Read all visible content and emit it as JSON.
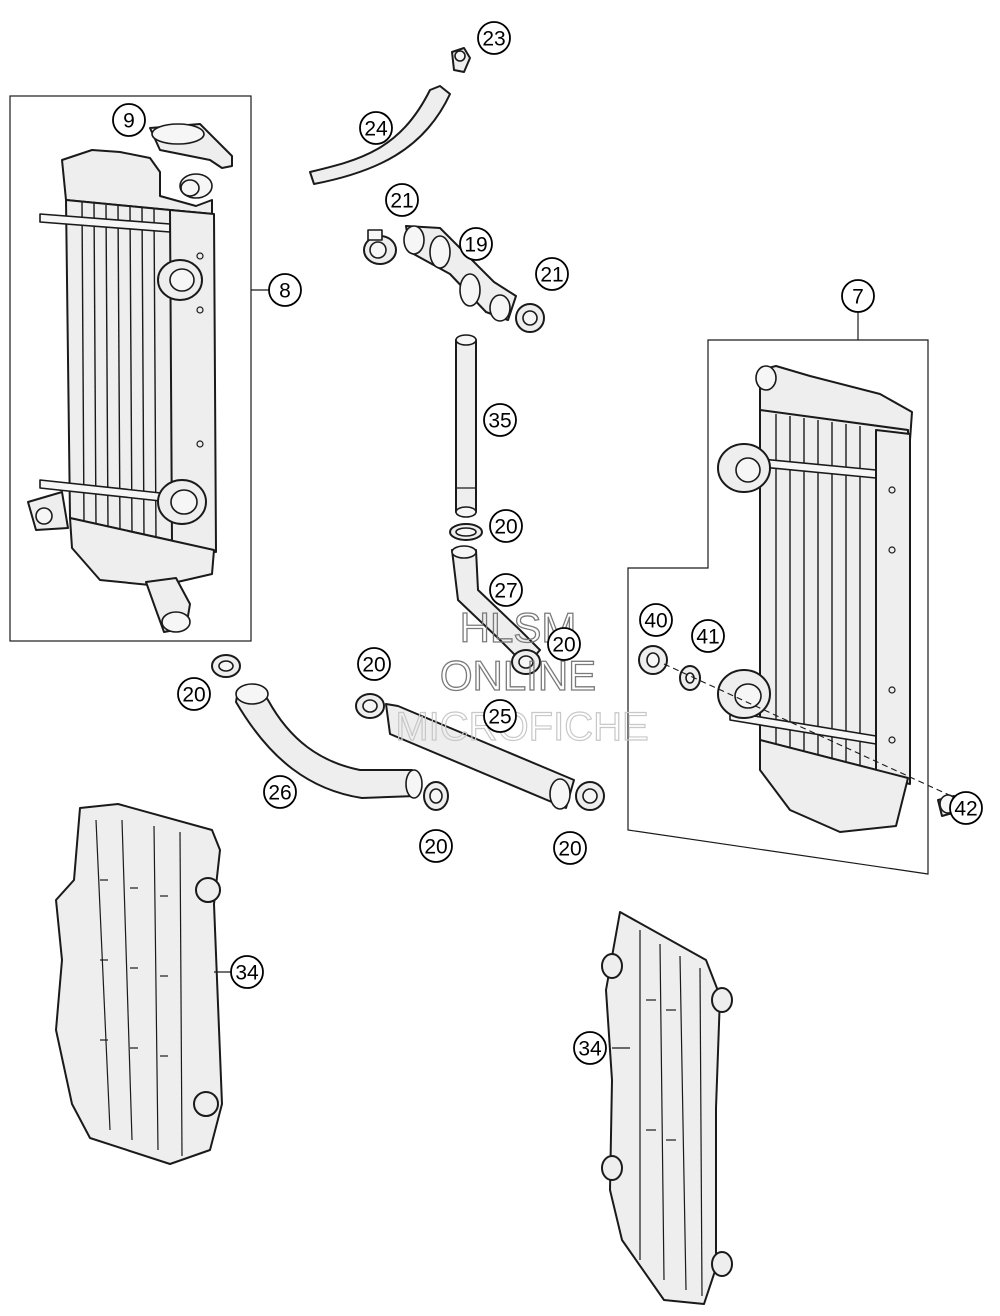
{
  "callouts": {
    "c9": "9",
    "c8": "8",
    "c7": "7",
    "c23": "23",
    "c24": "24",
    "c21a": "21",
    "c21b": "21",
    "c19": "19",
    "c35": "35",
    "c20a": "20",
    "c20b": "20",
    "c20c": "20",
    "c20d": "20",
    "c20e": "20",
    "c20f": "20",
    "c27": "27",
    "c25": "25",
    "c26": "26",
    "c40": "40",
    "c41": "41",
    "c42": "42",
    "c34a": "34",
    "c34b": "34"
  },
  "watermark": {
    "line1": "HLSM",
    "line2": "ONLINE",
    "line3": "MICROFICHE"
  }
}
